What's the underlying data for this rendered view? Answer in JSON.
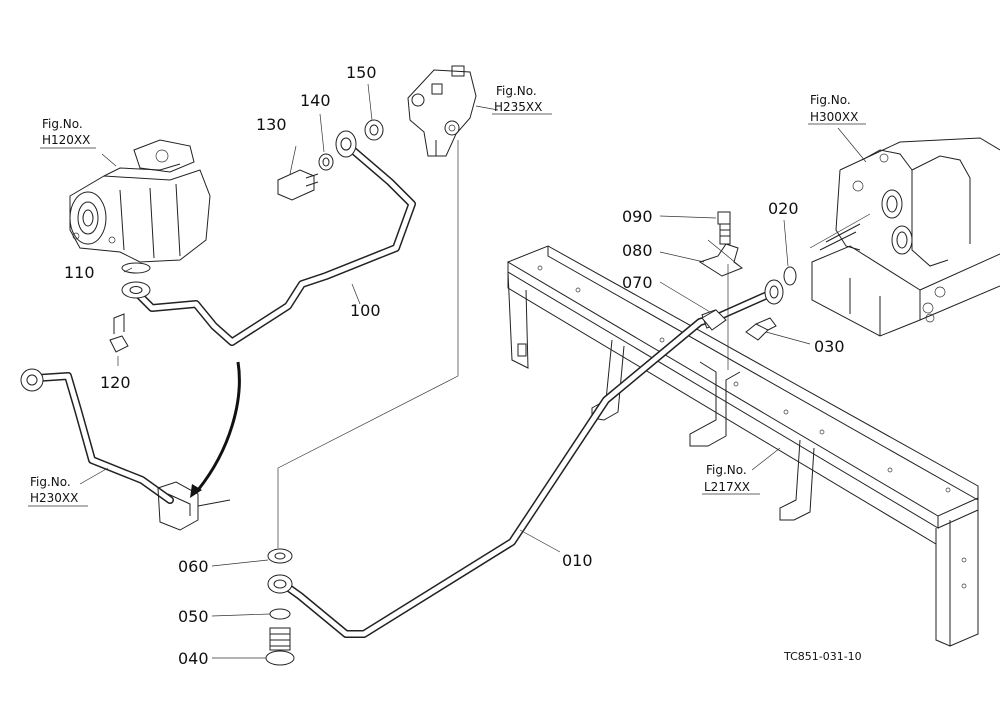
{
  "parts": {
    "p010": "010",
    "p020": "020",
    "p030": "030",
    "p040": "040",
    "p050": "050",
    "p060": "060",
    "p070": "070",
    "p080": "080",
    "p090": "090",
    "p100": "100",
    "p110": "110",
    "p120": "120",
    "p130": "130",
    "p140": "140",
    "p150": "150"
  },
  "figure_refs": {
    "h120": {
      "line1": "Fig.No.",
      "line2": "H120XX"
    },
    "h235": {
      "line1": "Fig.No.",
      "line2": "H235XX"
    },
    "h300": {
      "line1": "Fig.No.",
      "line2": "H300XX"
    },
    "h230": {
      "line1": "Fig.No.",
      "line2": "H230XX"
    },
    "l217": {
      "line1": "Fig.No.",
      "line2": "L217XX"
    }
  },
  "drawing_code": "TC851-031-10"
}
